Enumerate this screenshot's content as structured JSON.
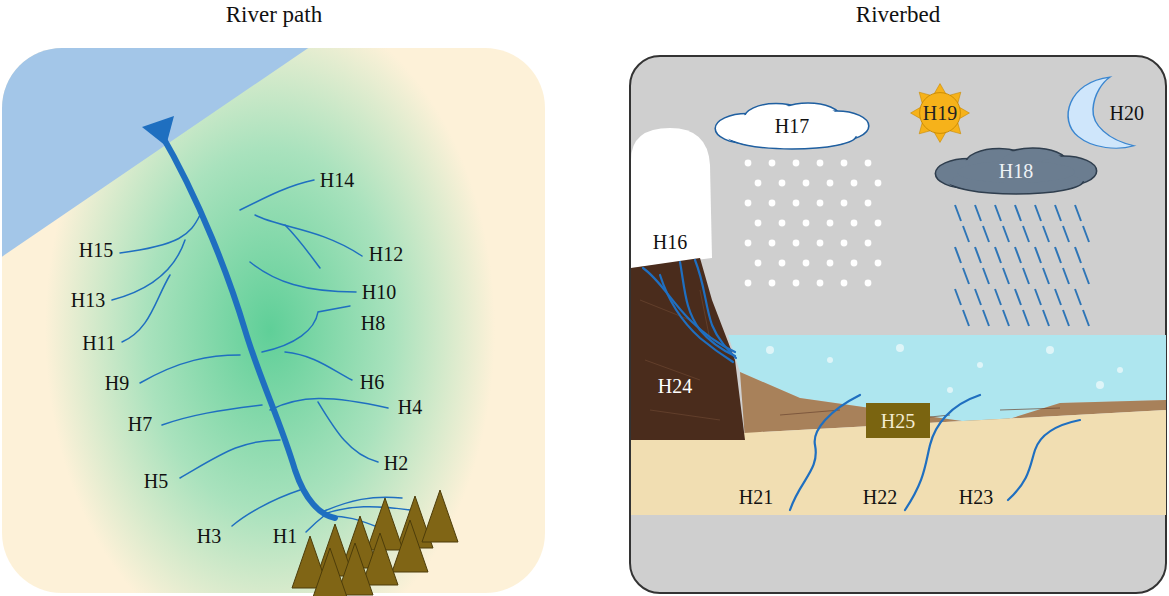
{
  "diagram": {
    "nodes": [
      {
        "text": [
          "River path"
        ]
      },
      {
        "text": [
          "Riverbed"
        ]
      },
      {
        "text": [
          "H17"
        ],
        "in": 1
      },
      {
        "text": [
          "H19"
        ],
        "in": 1
      },
      {
        "text": [
          "H20"
        ],
        "in": 1
      },
      {
        "text": [
          "H18"
        ],
        "in": 1
      },
      {
        "text": [
          "H25"
        ],
        "in": 1
      }
    ],
    "labels": [
      "H14",
      "H15",
      "H12",
      "H13",
      "H10",
      "H11",
      "H8",
      "H9",
      "H6",
      "H7",
      "H4",
      "H5",
      "H2",
      "H3",
      "H1",
      "H16",
      "H24",
      "H21",
      "H22",
      "H23"
    ]
  }
}
